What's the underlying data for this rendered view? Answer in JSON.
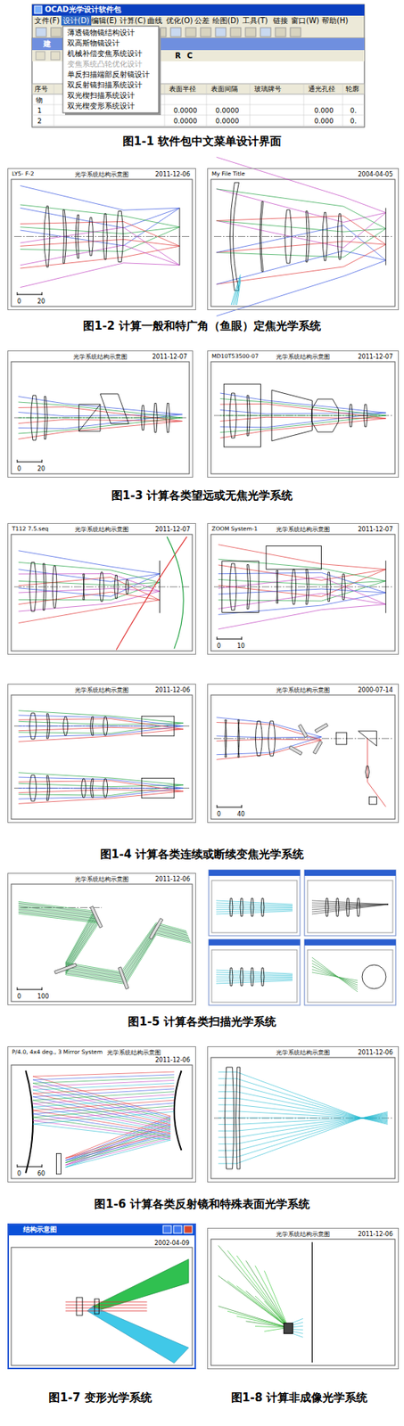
{
  "diagram": {
    "nodes": [
      {
        "text": [
          "LY5- F-2",
          "光学系统结构示意图",
          "2011-12-06",
          "0",
          "20"
        ]
      },
      {
        "text": [
          "My File Title",
          "2004-04-05"
        ]
      },
      {
        "text": [
          "光学系统结构示意图",
          "2011-12-07",
          "0",
          "20"
        ]
      },
      {
        "text": [
          "MD10T53500-07",
          "光学系统结构示意图",
          "2011-12-07"
        ]
      },
      {
        "text": [
          "T112 7.5.seq",
          "光学系统结构示意图",
          "2011-12-07"
        ]
      },
      {
        "text": [
          "ZOOM System-1",
          "光学系统结构示意图",
          "2011-12-07",
          "0",
          "10"
        ]
      },
      {
        "text": [
          "光学系统结构示意图",
          "2011-12-06"
        ]
      },
      {
        "text": [
          "光学系统结构示意图",
          "2000-07-14",
          "0",
          "40"
        ]
      },
      {
        "text": [
          "光学系统结构示意图",
          "2011-12-06",
          "0",
          "100"
        ]
      },
      {
        "text": [
          "P/4.0, 4x4 deg., 3 Mirror System",
          "光学系统结构示意图",
          "2011-12-06",
          "0",
          "60"
        ]
      },
      {
        "text": [
          "光学系统结构示意图",
          "2011-12-06"
        ]
      },
      {
        "text": [
          "结构示意图",
          "2002-04-09"
        ]
      },
      {
        "text": [
          "光学系统结构示意图",
          "2011-12-06"
        ]
      }
    ],
    "labels": [
      "图1-1 软件包中文菜单设计界面",
      "图1-2 计算一般和特广角（鱼眼）定焦光学系统",
      "图1-3 计算各类望远或无焦光学系统",
      "图1-4 计算各类连续或断续变焦光学系统",
      "图1-5 计算各类扫描光学系统",
      "图1-6  计算各类反射镜和特殊表面光学系统",
      "图1-7  变形光学系统",
      "图1-8  计算非成像光学系统",
      "OCAD光学设计软件包",
      "文件(F)",
      "设计(D)",
      "编辑(E)",
      "计算(C)",
      "曲线",
      "优化(O)",
      "公差",
      "绘图(D)",
      "工具(T)",
      "链接",
      "窗口(W)",
      "帮助(H)",
      "薄透镜物镜结构设计",
      "双高斯物镜设计",
      "机械补偿变焦系统设计",
      "变焦系统凸轮优化设计",
      "单反扫描端部反射镜设计",
      "双反射镜扫描系统设计",
      "双光楔扫描系统设计",
      "双光楔变形系统设计",
      "建",
      "R",
      "C",
      "序号",
      "表面半径",
      "表面间隔",
      "玻璃牌号",
      "通光孔径",
      "轮廓",
      "物",
      "1",
      "2",
      "0.0000",
      "0.0000",
      "0.000",
      "0.",
      "0.0000",
      "0.0000",
      "0.000",
      "0."
    ]
  }
}
